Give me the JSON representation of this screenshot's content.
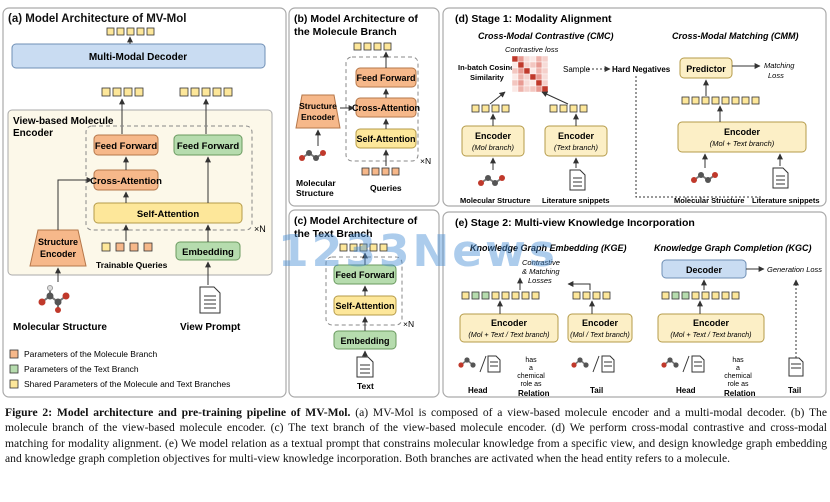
{
  "panels": {
    "a": {
      "title": "(a) Model Architecture of MV-Mol",
      "decoder": "Multi-Modal Decoder",
      "encoder_title_1": "View-based Molecule",
      "encoder_title_2": "Encoder",
      "feed_forward": "Feed Forward",
      "cross_attention": "Cross-Attention",
      "self_attention": "Self-Attention",
      "structure_encoder_1": "Structure",
      "structure_encoder_2": "Encoder",
      "embedding": "Embedding",
      "trainable_queries": "Trainable Queries",
      "repeat": "×N",
      "molecular_structure": "Molecular Structure",
      "view_prompt": "View Prompt"
    },
    "legend": {
      "items": [
        {
          "label": "Parameters of the Molecule Branch",
          "color": "#f6b88a"
        },
        {
          "label": "Parameters of the Text Branch",
          "color": "#b6dcae"
        },
        {
          "label": "Shared Parameters of the Molecule and Text Branches",
          "color": "#fde79a"
        }
      ]
    },
    "b": {
      "title_1": "(b) Model Architecture of",
      "title_2": "the Molecule Branch",
      "feed_forward": "Feed Forward",
      "cross_attention": "Cross-Attention",
      "self_attention": "Self-Attention",
      "structure_encoder_1": "Structure",
      "structure_encoder_2": "Encoder",
      "repeat": "×N",
      "molecular_structure_1": "Molecular",
      "molecular_structure_2": "Structure",
      "queries": "Queries"
    },
    "c": {
      "title_1": "(c) Model Architecture of",
      "title_2": "the Text Branch",
      "feed_forward": "Feed Forward",
      "self_attention": "Self-Attention",
      "embedding": "Embedding",
      "repeat": "×N",
      "text": "Text"
    },
    "d": {
      "title": "(d) Stage 1: Modality Alignment",
      "cmc": "Cross-Modal Contrastive (CMC)",
      "contrastive_loss": "Contrastive loss",
      "inbatch_1": "In-batch Cosine",
      "inbatch_2": "Similarity",
      "sample": "Sample",
      "hard_negatives": "Hard Negatives",
      "encoder": "Encoder",
      "mol_branch": "(Mol branch)",
      "text_branch": "(Text branch)",
      "cmm": "Cross-Modal Matching (CMM)",
      "predictor": "Predictor",
      "matching_loss_1": "Matching",
      "matching_loss_2": "Loss",
      "mol_text_branch": "(Mol + Text branch)",
      "molecular_structure": "Molecular Structure",
      "literature_snippets": "Literature snippets"
    },
    "e": {
      "title": "(e) Stage 2: Multi-view Knowledge Incorporation",
      "kge": "Knowledge Graph Embedding (KGE)",
      "kgc": "Knowledge Graph Completion (KGC)",
      "contrastive_1": "Contrastive",
      "contrastive_2": "& Matching",
      "contrastive_3": "Losses",
      "decoder": "Decoder",
      "generation_loss": "Generation Loss",
      "encoder": "Encoder",
      "mol_text_text": "(Mol + Text / Text branch)",
      "mol_text": "(Mol / Text branch)",
      "relation_1": "has",
      "relation_2": "a",
      "relation_3": "chemical",
      "relation_4": "role as",
      "head": "Head",
      "relation": "Relation",
      "tail": "Tail"
    }
  },
  "watermark": "1233News",
  "caption": {
    "label": "Figure 2: Model architecture and pre-training pipeline of MV-Mol.",
    "text": " (a) MV-Mol is composed of a view-based molecule encoder and a multi-modal decoder. (b) The molecule branch of the view-based molecule encoder. (c) The text branch of the view-based molecule encoder. (d) We perform cross-modal contrastive and cross-modal matching for modality alignment. (e) We model relation as a textual prompt that constrains molecular knowledge from a specific view, and design knowledge graph embedding and knowledge graph completion objectives for multi-view knowledge incorporation. Both branches are activated when the head entity refers to a molecule."
  },
  "colors": {
    "molecule": "#f6b88a",
    "text": "#b6dcae",
    "shared": "#fde79a",
    "decoder": "#c9dcf2",
    "panel_bg": "#fcf8e9",
    "panel_border": "#999999"
  }
}
